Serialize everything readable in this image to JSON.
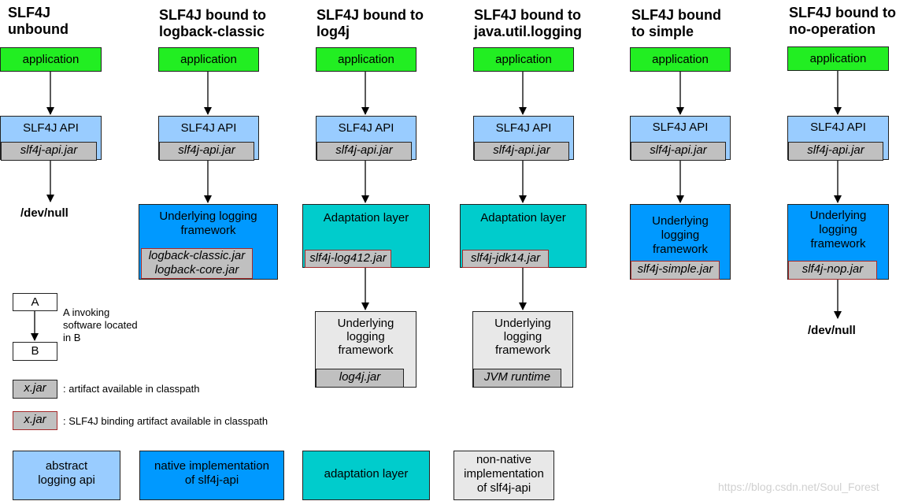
{
  "columns": [
    {
      "title": "SLF4J\nunbound",
      "application": "application",
      "api": "SLF4J API",
      "api_jar": "slf4j-api.jar",
      "end": "/dev/null"
    },
    {
      "title": "SLF4J bound to\nlogback-classic",
      "application": "application",
      "api": "SLF4J API",
      "api_jar": "slf4j-api.jar",
      "framework": "Underlying logging\nframework",
      "framework_jar": "logback-classic.jar\nlogback-core.jar"
    },
    {
      "title": "SLF4J bound to\nlog4j",
      "application": "application",
      "api": "SLF4J API",
      "api_jar": "slf4j-api.jar",
      "adaptation": "Adaptation layer",
      "adaptation_jar": "slf4j-log412.jar",
      "framework": "Underlying\nlogging\nframework",
      "framework_jar": "log4j.jar"
    },
    {
      "title": "SLF4J bound to\njava.util.logging",
      "application": "application",
      "api": "SLF4J API",
      "api_jar": "slf4j-api.jar",
      "adaptation": "Adaptation layer",
      "adaptation_jar": "slf4j-jdk14.jar",
      "framework": "Underlying\nlogging\nframework",
      "framework_jar": "JVM runtime"
    },
    {
      "title": "SLF4J bound\nto simple",
      "application": "application",
      "api": "SLF4J API",
      "api_jar": "slf4j-api.jar",
      "framework": "Underlying\nlogging\nframework",
      "framework_jar": "slf4j-simple.jar"
    },
    {
      "title": "SLF4J bound to\nno-operation",
      "application": "application",
      "api": "SLF4J API",
      "api_jar": "slf4j-api.jar",
      "framework": "Underlying\nlogging\nframework",
      "framework_jar": "slf4j-nop.jar",
      "end": "/dev/null"
    }
  ],
  "legend": {
    "a": "A",
    "b": "B",
    "invoking": "A invoking\nsoftware located\nin B",
    "jar_example": "x.jar",
    "artifact": ": artifact available in classpath",
    "binding_jar_example": "x.jar",
    "binding": ": SLF4J binding artifact available in classpath",
    "swatches": [
      {
        "label": "abstract\nlogging api",
        "color": "#99ccff"
      },
      {
        "label": "native implementation\nof slf4j-api",
        "color": "#0099ff"
      },
      {
        "label": "adaptation layer",
        "color": "#00cccc"
      },
      {
        "label": "non-native\nimplementation\nof slf4j-api",
        "color": "#e8e8e8"
      }
    ]
  },
  "watermark": "https://blog.csdn.net/Soul_Forest"
}
